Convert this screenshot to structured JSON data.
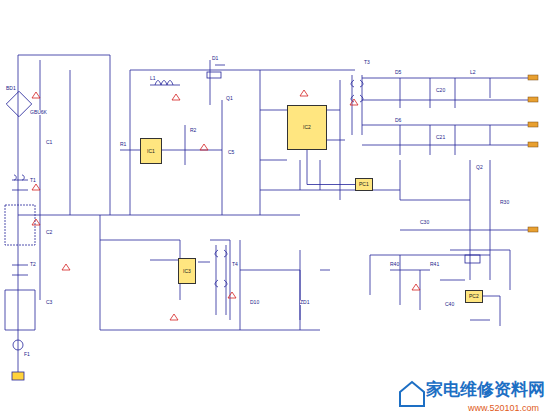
{
  "diagram": {
    "nodes": [
      {
        "text": [
          "IC1"
        ]
      },
      {
        "text": [
          "IC2"
        ]
      },
      {
        "text": [
          "IC3"
        ]
      },
      {
        "text": [
          "PC1"
        ]
      },
      {
        "text": [
          "PC2"
        ]
      }
    ],
    "edges": [
      {
        "from": 3,
        "to": 1,
        "arrow": "none"
      }
    ],
    "labels": [
      "BD1",
      "GBU6K",
      "T1",
      "T2",
      "F1",
      "C1",
      "C2",
      "C3",
      "L1",
      "D1",
      "Q1",
      "R1",
      "R2",
      "C5",
      "T3",
      "D5",
      "D6",
      "C20",
      "C21",
      "L2",
      "Q2",
      "R30",
      "C30",
      "T4",
      "D10",
      "ZD1",
      "R40",
      "R41",
      "C40",
      "家电维修资料网",
      "www.520101.com"
    ]
  }
}
